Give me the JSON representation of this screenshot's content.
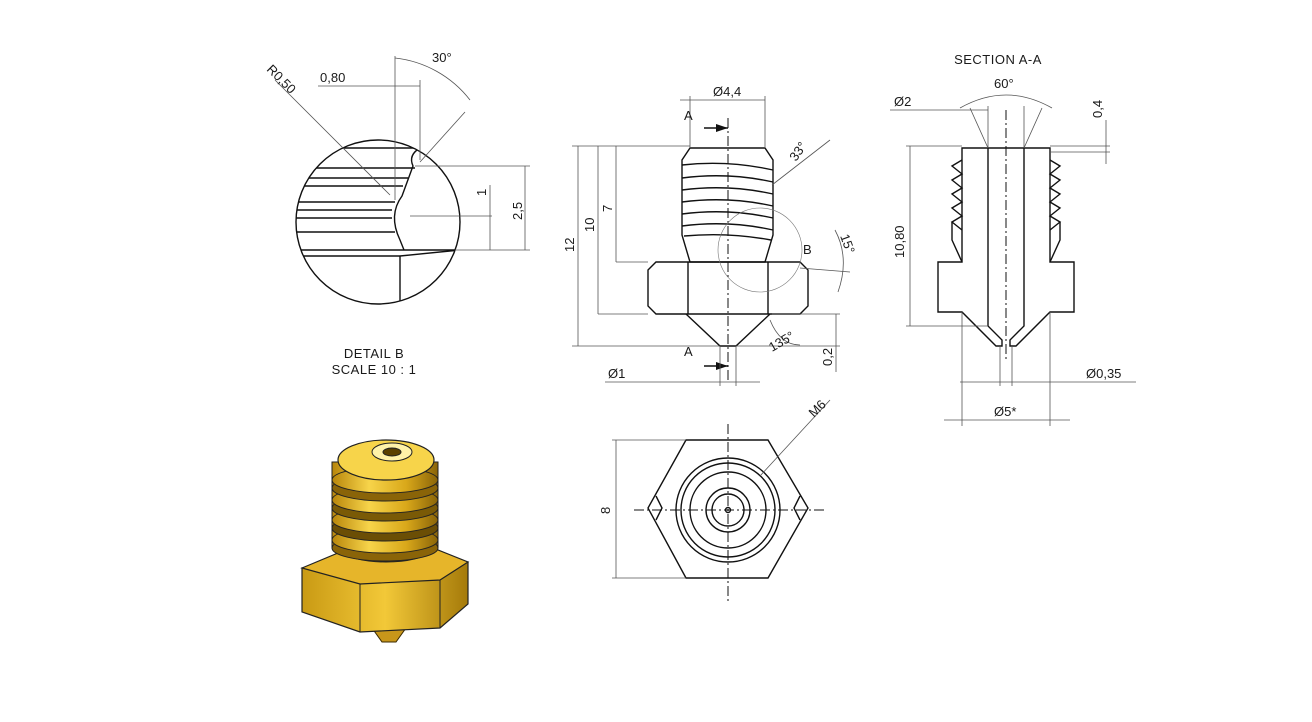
{
  "drawing": {
    "detail": {
      "title": "DETAIL B",
      "scale": "SCALE 10 : 1",
      "dims": {
        "radius": "R0,50",
        "width": "0,80",
        "angle": "30°",
        "small": "1",
        "depth": "2,5"
      }
    },
    "front": {
      "dims": {
        "top_dia": "Ø4,4",
        "thread_angle": "33°",
        "cone_angle": "15°",
        "tip_angle": "135°",
        "tip_len": "0,2",
        "tip_dia": "Ø1",
        "h12": "12",
        "h10": "10",
        "h7": "7"
      },
      "section_label": "A",
      "detail_label": "B"
    },
    "section": {
      "title": "SECTION A-A",
      "dims": {
        "bore": "Ø2",
        "angle": "60°",
        "top": "0,4",
        "height": "10,80",
        "orifice": "Ø0,35",
        "body": "Ø5*"
      }
    },
    "bottom": {
      "dims": {
        "thread": "M6",
        "width": "8"
      }
    },
    "colors": {
      "brass_light": "#f7d44a",
      "brass_mid": "#d9a81a",
      "brass_dark": "#7a5a06"
    }
  }
}
